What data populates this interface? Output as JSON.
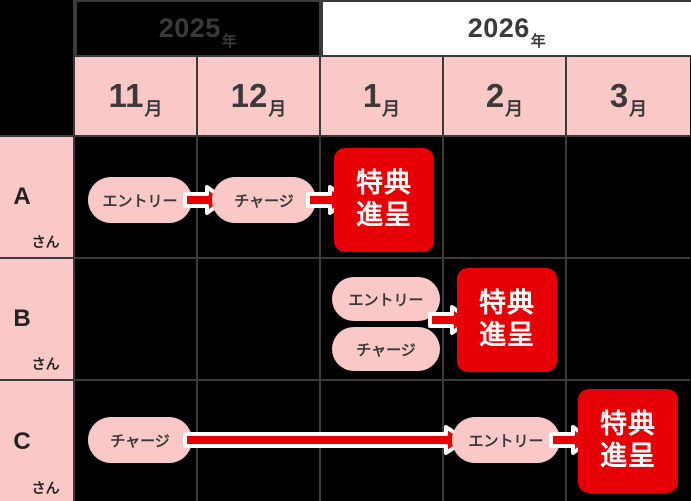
{
  "colors": {
    "background": "#000000",
    "grid_line": "#3a3a3a",
    "pink": "#fbc8c8",
    "red": "#e60005",
    "white": "#ffffff",
    "dark_text": "#3a3a3a",
    "year_2025_bg": "#000000",
    "year_2026_bg": "#ffffff"
  },
  "header": {
    "years": [
      {
        "label": "2025",
        "suffix": "年",
        "span": 2
      },
      {
        "label": "2026",
        "suffix": "年",
        "span": 3
      }
    ],
    "months": [
      {
        "label": "11",
        "suffix": "月"
      },
      {
        "label": "12",
        "suffix": "月"
      },
      {
        "label": "1",
        "suffix": "月"
      },
      {
        "label": "2",
        "suffix": "月"
      },
      {
        "label": "3",
        "suffix": "月"
      }
    ]
  },
  "rows": [
    {
      "label": "A",
      "suffix": "さん"
    },
    {
      "label": "B",
      "suffix": "さん"
    },
    {
      "label": "C",
      "suffix": "さん"
    }
  ],
  "steps": {
    "entry": "エントリー",
    "charge": "チャージ",
    "award_line1": "特典",
    "award_line2": "進呈"
  },
  "timeline": {
    "rowA": {
      "person": "Aさん",
      "items": [
        {
          "type": "pill",
          "text": "エントリー",
          "month": "11月"
        },
        {
          "type": "arrow",
          "direction": "right",
          "from": "11月",
          "to": "12月"
        },
        {
          "type": "pill",
          "text": "チャージ",
          "month": "12月"
        },
        {
          "type": "arrow",
          "direction": "right",
          "from": "12月",
          "to": "1月"
        },
        {
          "type": "award",
          "text": "特典進呈",
          "month": "1月"
        }
      ]
    },
    "rowB": {
      "person": "Bさん",
      "items": [
        {
          "type": "pill",
          "text": "エントリー",
          "month": "1月"
        },
        {
          "type": "pill",
          "text": "チャージ",
          "month": "1月"
        },
        {
          "type": "arrow",
          "direction": "right",
          "from": "1月",
          "to": "2月"
        },
        {
          "type": "award",
          "text": "特典進呈",
          "month": "2月"
        }
      ]
    },
    "rowC": {
      "person": "Cさん",
      "items": [
        {
          "type": "pill",
          "text": "チャージ",
          "month": "11月"
        },
        {
          "type": "long-arrow",
          "direction": "right",
          "from": "11月",
          "to": "2月"
        },
        {
          "type": "pill",
          "text": "エントリー",
          "month": "2月"
        },
        {
          "type": "arrow",
          "direction": "right",
          "from": "2月",
          "to": "3月"
        },
        {
          "type": "award",
          "text": "特典進呈",
          "month": "3月"
        }
      ]
    }
  }
}
